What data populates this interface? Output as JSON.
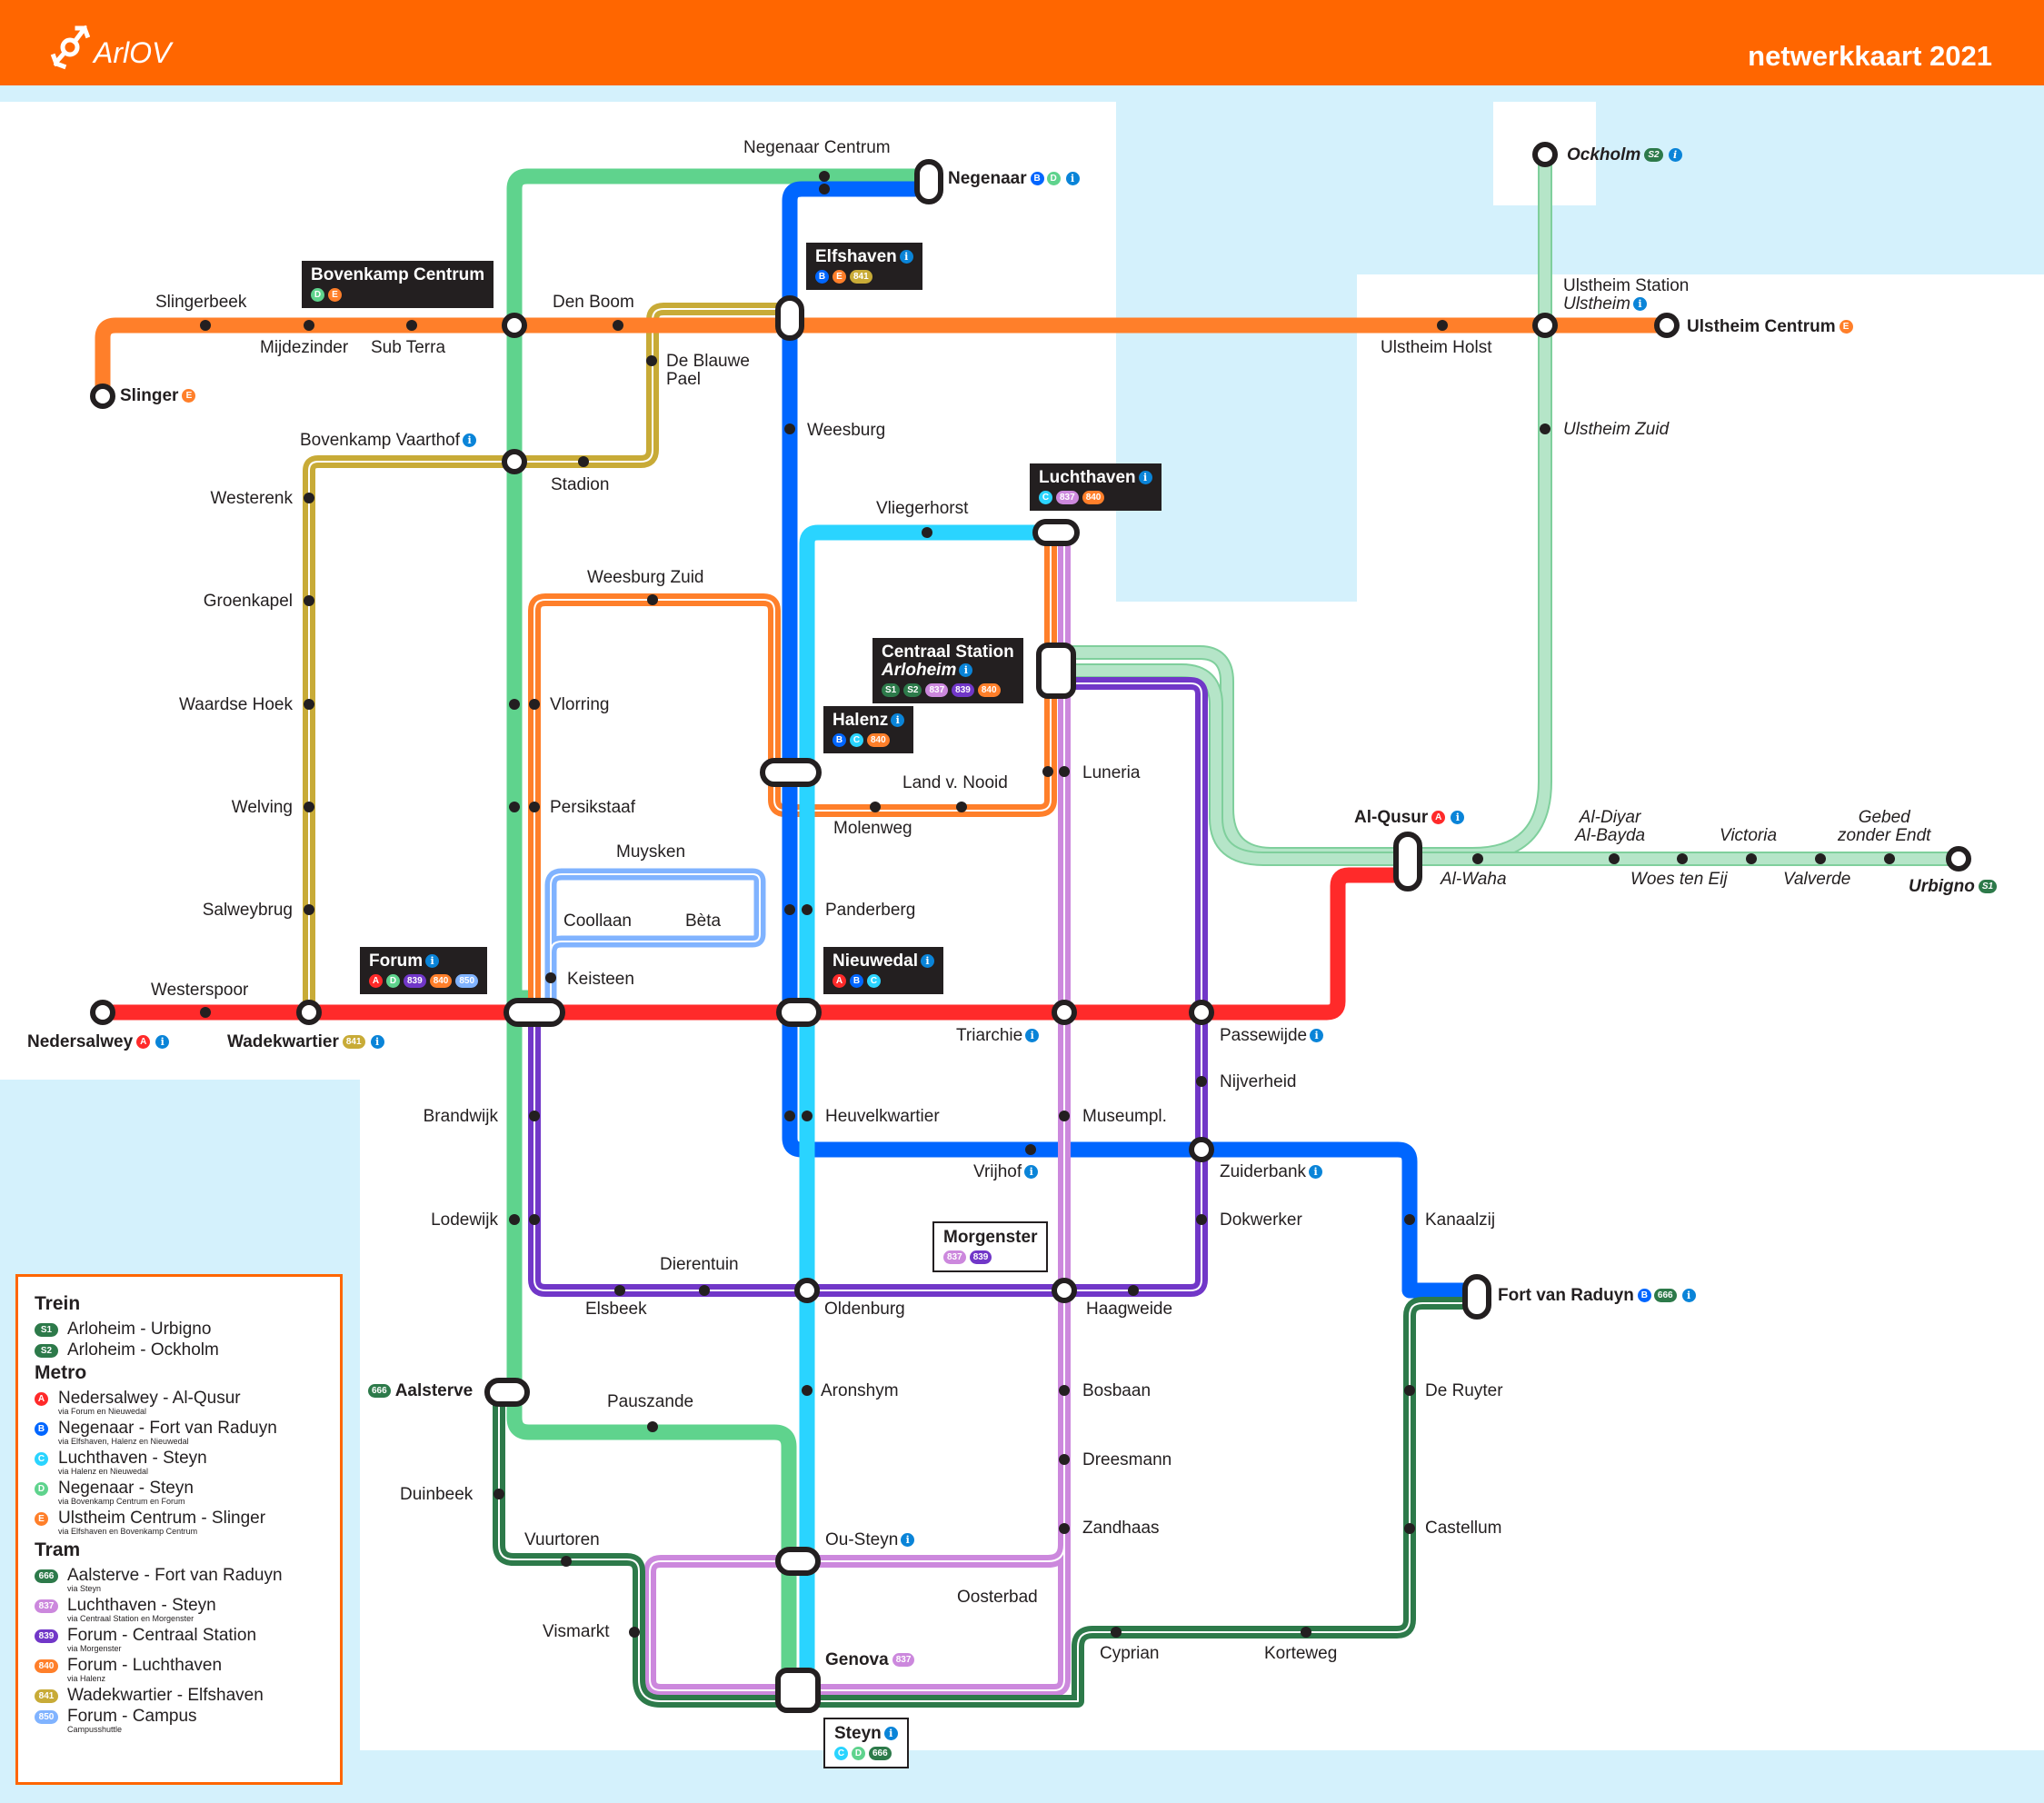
{
  "header": {
    "brand": "ArlOV",
    "title": "netwerkkaart 2021",
    "logo_icon": "transit-symbol-icon"
  },
  "colors": {
    "header": "#ff6600",
    "water": "#d4f1fc",
    "land": "#ffffff",
    "A": "#ff2a2a",
    "B": "#0066ff",
    "C": "#2ad4ff",
    "D": "#5fd38d",
    "E": "#ff7f2a",
    "S1": "#2d7a4a",
    "S2": "#2d7a4a",
    "train_line": "#b5e5c8",
    "666": "#2d7a4a",
    "837": "#cc88dd",
    "839": "#7137c8",
    "840": "#ff7f2a",
    "841": "#c8ab37",
    "850": "#80b3ff",
    "info": "#0a84d8",
    "station": "#231f20"
  },
  "lines": [
    {
      "id": "A",
      "type": "metro",
      "name": "Nedersalwey - Al-Qusur"
    },
    {
      "id": "B",
      "type": "metro",
      "name": "Negenaar - Fort van Raduyn"
    },
    {
      "id": "C",
      "type": "metro",
      "name": "Luchthaven - Steyn"
    },
    {
      "id": "D",
      "type": "metro",
      "name": "Negenaar - Steyn"
    },
    {
      "id": "E",
      "type": "metro",
      "name": "Ulstheim Centrum - Slinger"
    },
    {
      "id": "S1",
      "type": "train",
      "name": "Arloheim - Urbigno"
    },
    {
      "id": "S2",
      "type": "train",
      "name": "Arloheim - Ockholm"
    },
    {
      "id": "666",
      "type": "tram",
      "name": "Aalsterve - Fort van Raduyn"
    },
    {
      "id": "837",
      "type": "tram",
      "name": "Luchthaven - Steyn"
    },
    {
      "id": "839",
      "type": "tram",
      "name": "Forum - Centraal Station"
    },
    {
      "id": "840",
      "type": "tram",
      "name": "Forum - Luchthaven"
    },
    {
      "id": "841",
      "type": "tram",
      "name": "Wadekwartier - Elfshaven"
    },
    {
      "id": "850",
      "type": "tram",
      "name": "Forum - Campus"
    }
  ],
  "legend": {
    "sections": [
      {
        "title": "Trein",
        "items": [
          {
            "badge": "S1",
            "name": "Arloheim - Urbigno",
            "via": ""
          },
          {
            "badge": "S2",
            "name": "Arloheim - Ockholm",
            "via": ""
          }
        ]
      },
      {
        "title": "Metro",
        "items": [
          {
            "badge": "A",
            "name": "Nedersalwey - Al-Qusur",
            "via": "via Forum en Nieuwedal"
          },
          {
            "badge": "B",
            "name": "Negenaar - Fort van Raduyn",
            "via": "via Elfshaven, Halenz en Nieuwedal"
          },
          {
            "badge": "C",
            "name": "Luchthaven - Steyn",
            "via": "via Halenz en Nieuwedal"
          },
          {
            "badge": "D",
            "name": "Negenaar - Steyn",
            "via": "via Bovenkamp Centrum en Forum"
          },
          {
            "badge": "E",
            "name": "Ulstheim Centrum - Slinger",
            "via": "via Elfshaven en Bovenkamp Centrum"
          }
        ]
      },
      {
        "title": "Tram",
        "items": [
          {
            "badge": "666",
            "name": "Aalsterve - Fort van Raduyn",
            "via": "via Steyn"
          },
          {
            "badge": "837",
            "name": "Luchthaven - Steyn",
            "via": "via Centraal Station en Morgenster"
          },
          {
            "badge": "839",
            "name": "Forum - Centraal Station",
            "via": "via Morgenster"
          },
          {
            "badge": "840",
            "name": "Forum - Luchthaven",
            "via": "via Halenz"
          },
          {
            "badge": "841",
            "name": "Wadekwartier - Elfshaven",
            "via": ""
          },
          {
            "badge": "850",
            "name": "Forum - Campus",
            "via": "Campusshuttle"
          }
        ]
      }
    ]
  },
  "station_boxes": [
    {
      "name": "Bovenkamp Centrum",
      "sub": "",
      "info": false,
      "badges": [
        "D",
        "E"
      ],
      "style": "dark"
    },
    {
      "name": "Elfshaven",
      "sub": "",
      "info": true,
      "badges": [
        "B",
        "E",
        "841"
      ],
      "style": "dark"
    },
    {
      "name": "Luchthaven",
      "sub": "",
      "info": true,
      "badges": [
        "C",
        "837",
        "840"
      ],
      "style": "dark"
    },
    {
      "name": "Centraal Station",
      "sub": "Arloheim",
      "info": true,
      "badges": [
        "S1",
        "S2",
        "837",
        "839",
        "840"
      ],
      "style": "dark"
    },
    {
      "name": "Halenz",
      "sub": "",
      "info": true,
      "badges": [
        "B",
        "C",
        "840"
      ],
      "style": "dark"
    },
    {
      "name": "Forum",
      "sub": "",
      "info": true,
      "badges": [
        "A",
        "D",
        "839",
        "840",
        "850"
      ],
      "style": "dark"
    },
    {
      "name": "Nieuwedal",
      "sub": "",
      "info": true,
      "badges": [
        "A",
        "B",
        "C"
      ],
      "style": "dark"
    },
    {
      "name": "Morgenster",
      "sub": "",
      "info": false,
      "badges": [
        "837",
        "839"
      ],
      "style": "light"
    },
    {
      "name": "Steyn",
      "sub": "",
      "info": true,
      "badges": [
        "C",
        "D",
        "666"
      ],
      "style": "light"
    }
  ],
  "terminal_labels": [
    {
      "name": "Negenaar",
      "badges": [
        "B",
        "D"
      ],
      "info": true
    },
    {
      "name": "Ockholm",
      "badges": [
        "S2"
      ],
      "info": true
    },
    {
      "name": "Ulstheim Centrum",
      "badges": [
        "E"
      ],
      "info": false
    },
    {
      "name": "Slinger",
      "badges": [
        "E"
      ],
      "info": false
    },
    {
      "name": "Al-Qusur",
      "badges": [
        "A"
      ],
      "info": true
    },
    {
      "name": "Urbigno",
      "badges": [
        "S1"
      ],
      "info": false
    },
    {
      "name": "Nedersalwey",
      "badges": [
        "A"
      ],
      "info": true
    },
    {
      "name": "Wadekwartier",
      "badges": [
        "841"
      ],
      "info": true
    },
    {
      "name": "Fort van Raduyn",
      "badges": [
        "B",
        "666"
      ],
      "info": true
    },
    {
      "name": "Aalsterve",
      "badges": [
        "666"
      ],
      "info": false
    },
    {
      "name": "Genova",
      "badges": [
        "837"
      ],
      "info": false
    }
  ],
  "stations": {
    "negenaar_centrum": "Negenaar Centrum",
    "slingerbeek": "Slingerbeek",
    "mijdezinder": "Mijdezinder",
    "sub_terra": "Sub Terra",
    "den_boom": "Den Boom",
    "de_blauwe_pael": "De Blauwe",
    "de_blauwe_pael_2": "Pael",
    "weesburg": "Weesburg",
    "ulstheim_station": "Ulstheim Station",
    "ulstheim_station_sub": "Ulstheim",
    "ulstheim_holst": "Ulstheim Holst",
    "ulstheim_zuid": "Ulstheim Zuid",
    "bovenkamp_vaarthof": "Bovenkamp Vaarthof",
    "stadion": "Stadion",
    "westerenk": "Westerenk",
    "groenkapel": "Groenkapel",
    "waardse_hoek": "Waardse Hoek",
    "welving": "Welving",
    "salweybrug": "Salweybrug",
    "westerspoor": "Westerspoor",
    "vliegerhorst": "Vliegerhorst",
    "weesburg_zuid": "Weesburg Zuid",
    "vlorring": "Vlorring",
    "persikstaaf": "Persikstaaf",
    "land_v_nooid": "Land v. Nooid",
    "molenweg": "Molenweg",
    "luneria": "Luneria",
    "muysken": "Muysken",
    "coollaan": "Coollaan",
    "beta": "Bèta",
    "keisteen": "Keisteen",
    "panderberg": "Panderberg",
    "al_waha": "Al-Waha",
    "al_diyar": "Al-Diyar",
    "al_bayda": "Al-Bayda",
    "woes_ten_eij": "Woes ten Eij",
    "victoria": "Victoria",
    "valverde": "Valverde",
    "gebed": "Gebed",
    "zonder_endt": "zonder Endt",
    "triarchie": "Triarchie",
    "passewijde": "Passewijde",
    "nijverheid": "Nijverheid",
    "brandwijk": "Brandwijk",
    "heuvelkwartier": "Heuvelkwartier",
    "museumpl": "Museumpl.",
    "vrijhof": "Vrijhof",
    "zuiderbank": "Zuiderbank",
    "lodewijk": "Lodewijk",
    "dokwerker": "Dokwerker",
    "kanaalzij": "Kanaalzij",
    "dierentuin": "Dierentuin",
    "elsbeek": "Elsbeek",
    "oldenburg": "Oldenburg",
    "haagweide": "Haagweide",
    "aronshym": "Aronshym",
    "bosbaan": "Bosbaan",
    "de_ruyter": "De Ruyter",
    "pauszande": "Pauszande",
    "dreesmann": "Dreesmann",
    "duinbeek": "Duinbeek",
    "zandhaas": "Zandhaas",
    "castellum": "Castellum",
    "vuurtoren": "Vuurtoren",
    "ou_steyn": "Ou-Steyn",
    "oosterbad": "Oosterbad",
    "vismarkt": "Vismarkt",
    "cyprian": "Cyprian",
    "korteweg": "Korteweg"
  }
}
